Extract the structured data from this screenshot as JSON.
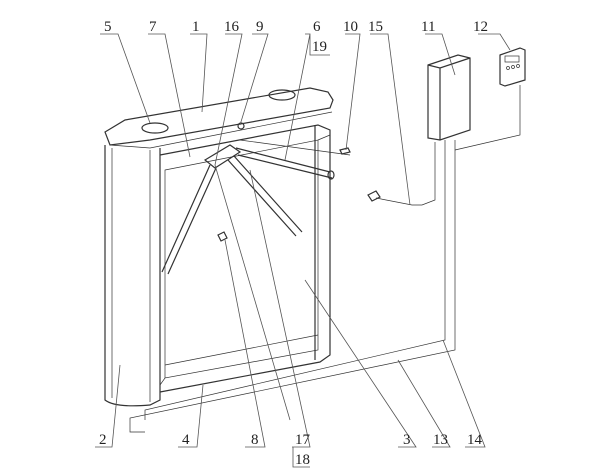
{
  "diagram": {
    "type": "turnstile assembly drawing",
    "callouts_top": [
      "5",
      "7",
      "1",
      "16",
      "9",
      "6",
      "19",
      "10",
      "15",
      "11",
      "12"
    ],
    "callouts_bottom": [
      "2",
      "4",
      "8",
      "17",
      "18",
      "3",
      "13",
      "14"
    ]
  }
}
